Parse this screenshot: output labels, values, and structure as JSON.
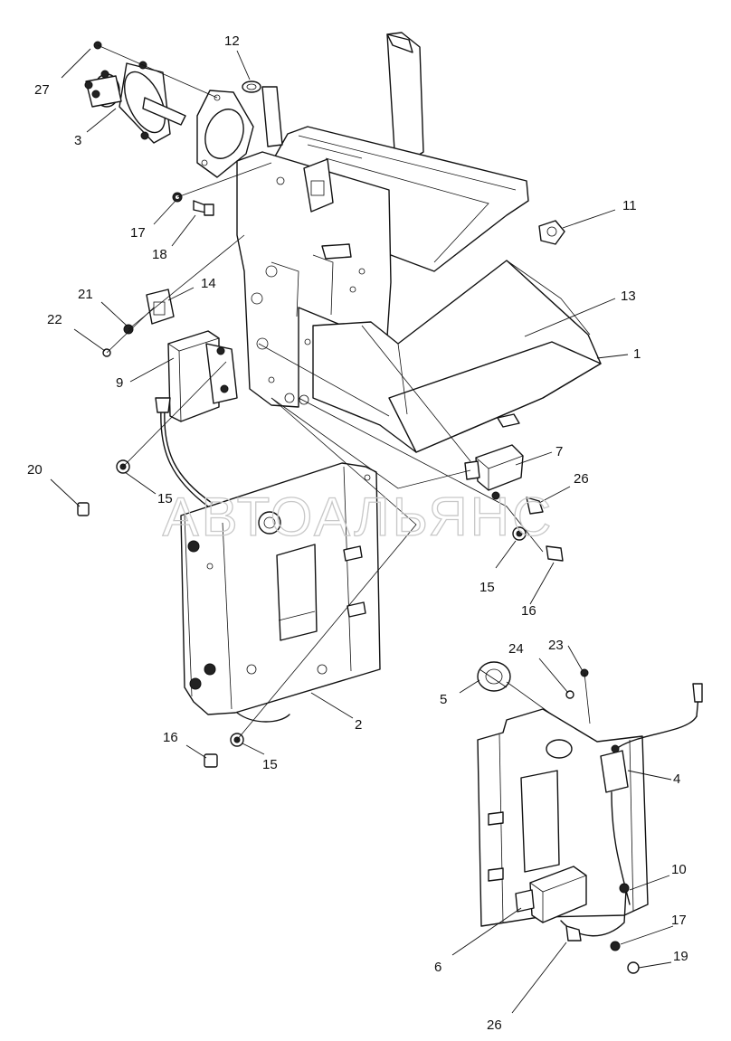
{
  "watermark": "АВТОАЛЬЯНС",
  "callouts": [
    {
      "id": "c27",
      "text": "27"
    },
    {
      "id": "c3",
      "text": "3"
    },
    {
      "id": "c12",
      "text": "12"
    },
    {
      "id": "c17a",
      "text": "17"
    },
    {
      "id": "c18",
      "text": "18"
    },
    {
      "id": "c11",
      "text": "11"
    },
    {
      "id": "c21",
      "text": "21"
    },
    {
      "id": "c14",
      "text": "14"
    },
    {
      "id": "c13",
      "text": "13"
    },
    {
      "id": "c22",
      "text": "22"
    },
    {
      "id": "c1",
      "text": "1"
    },
    {
      "id": "c9",
      "text": "9"
    },
    {
      "id": "c7",
      "text": "7"
    },
    {
      "id": "c20",
      "text": "20"
    },
    {
      "id": "c15a",
      "text": "15"
    },
    {
      "id": "c26a",
      "text": "26"
    },
    {
      "id": "c15b",
      "text": "15"
    },
    {
      "id": "c16a",
      "text": "16"
    },
    {
      "id": "c23",
      "text": "23"
    },
    {
      "id": "c24",
      "text": "24"
    },
    {
      "id": "c5",
      "text": "5"
    },
    {
      "id": "c2",
      "text": "2"
    },
    {
      "id": "c16b",
      "text": "16"
    },
    {
      "id": "c15c",
      "text": "15"
    },
    {
      "id": "c4",
      "text": "4"
    },
    {
      "id": "c10",
      "text": "10"
    },
    {
      "id": "c17b",
      "text": "17"
    },
    {
      "id": "c19",
      "text": "19"
    },
    {
      "id": "c6",
      "text": "6"
    },
    {
      "id": "c26b",
      "text": "26"
    }
  ]
}
